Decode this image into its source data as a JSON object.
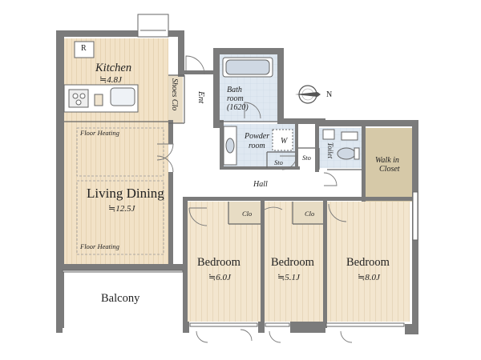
{
  "plan": {
    "colors": {
      "wall": "#7b7b7b",
      "wood_floor": "#f2e2c7",
      "wood_line": "#e4d0ae",
      "tile_floor": "#dce7f0",
      "closet_floor": "#d6c9a8",
      "balcony_floor": "#ffffff",
      "fixture": "#cfd8e3",
      "line": "#555555"
    },
    "rooms": {
      "kitchen": {
        "name": "Kitchen",
        "area": "≒4.8J",
        "fridge": "R"
      },
      "living": {
        "name": "Living Dining",
        "area": "≒12.5J",
        "heat_top": "Floor Heating",
        "heat_bottom": "Floor Heating"
      },
      "shoes": {
        "name": "Shoes Clo"
      },
      "entrance": {
        "name": "Ent"
      },
      "bath": {
        "name_line1": "Bath",
        "name_line2": "room",
        "size": "(1620)"
      },
      "powder": {
        "name_line1": "Powder",
        "name_line2": "room",
        "w": "W"
      },
      "sto1": {
        "name": "Sto"
      },
      "sto2": {
        "name": "Sto"
      },
      "toilet": {
        "name": "Toilet"
      },
      "walkin": {
        "name_line1": "Walk in",
        "name_line2": "Closet"
      },
      "hall": {
        "name": "Hall"
      },
      "clo1": {
        "name": "Clo"
      },
      "clo2": {
        "name": "Clo"
      },
      "bedroom1": {
        "name": "Bedroom",
        "area": "≒6.0J"
      },
      "bedroom2": {
        "name": "Bedroom",
        "area": "≒5.1J"
      },
      "bedroom3": {
        "name": "Bedroom",
        "area": "≒8.0J"
      },
      "balcony": {
        "name": "Balcony"
      }
    },
    "compass": {
      "label": "N"
    }
  }
}
